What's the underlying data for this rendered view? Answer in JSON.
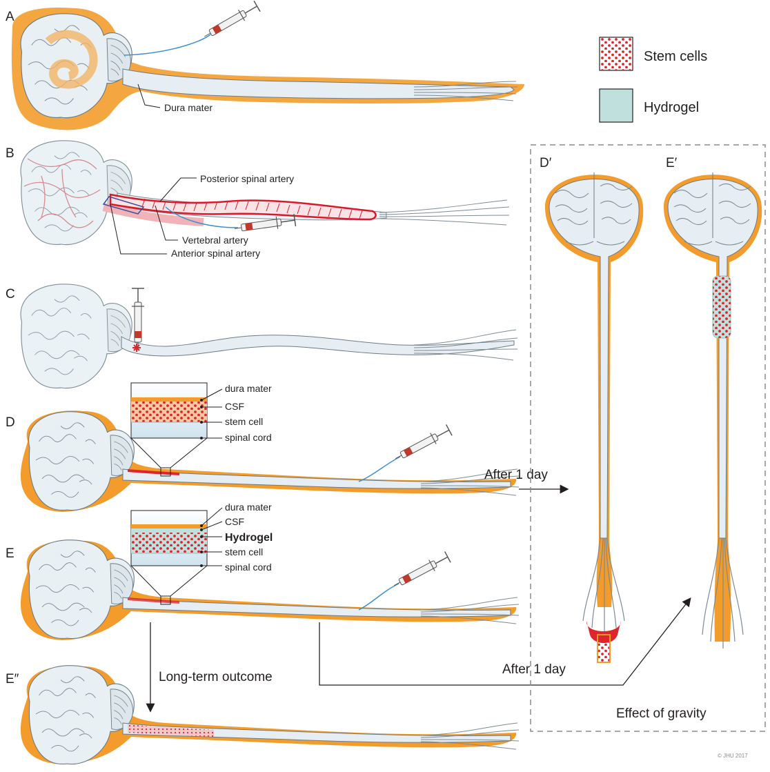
{
  "panels": {
    "A": "A",
    "B": "B",
    "C": "C",
    "D": "D",
    "E": "E",
    "E2": "E″",
    "D_prime": "D′",
    "E_prime": "E′"
  },
  "legend": {
    "stem_cells": "Stem cells",
    "hydrogel": "Hydrogel"
  },
  "labels": {
    "dura_mater_A": "Dura mater",
    "posterior_spinal_artery": "Posterior spinal artery",
    "vertebral_artery": "Vertebral artery",
    "anterior_spinal_artery": "Anterior spinal artery"
  },
  "inset_D": {
    "dura": "dura mater",
    "csf": "CSF",
    "stem": "stem cell",
    "cord": "spinal cord"
  },
  "inset_E": {
    "dura": "dura mater",
    "csf": "CSF",
    "hydrogel": "Hydrogel",
    "stem": "stem cell",
    "cord": "spinal cord"
  },
  "arrows": {
    "after_day_D": "After 1 day",
    "after_day_E": "After 1 day",
    "long_term": "Long-term outcome"
  },
  "gravity_caption": "Effect of gravity",
  "credit": "© JHU 2017",
  "colors": {
    "dura": "#f39c2b",
    "cord_fill": "#e6eef3",
    "outline": "#6b7b86",
    "artery": "#d7192a",
    "stem_dot": "#e0242b",
    "hydrogel": "#bfe0dc",
    "catheter": "#3b8fd0"
  }
}
